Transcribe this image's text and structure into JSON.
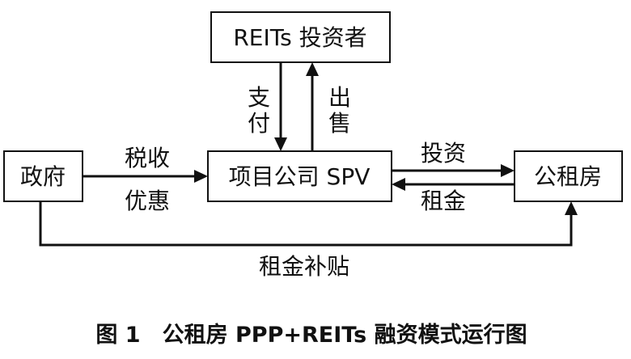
{
  "nodes": {
    "investor": "REITs 投资者",
    "gov": "政府",
    "spv": "项目公司 SPV",
    "housing": "公租房"
  },
  "edges": {
    "pay_1": "支",
    "pay_2": "付",
    "sell_1": "出",
    "sell_2": "售",
    "tax_1": "税收",
    "tax_2": "优惠",
    "invest": "投资",
    "rent": "租金",
    "subsidy": "租金补贴"
  },
  "caption": "图 1　公租房 PPP+REITs 融资模式运行图"
}
